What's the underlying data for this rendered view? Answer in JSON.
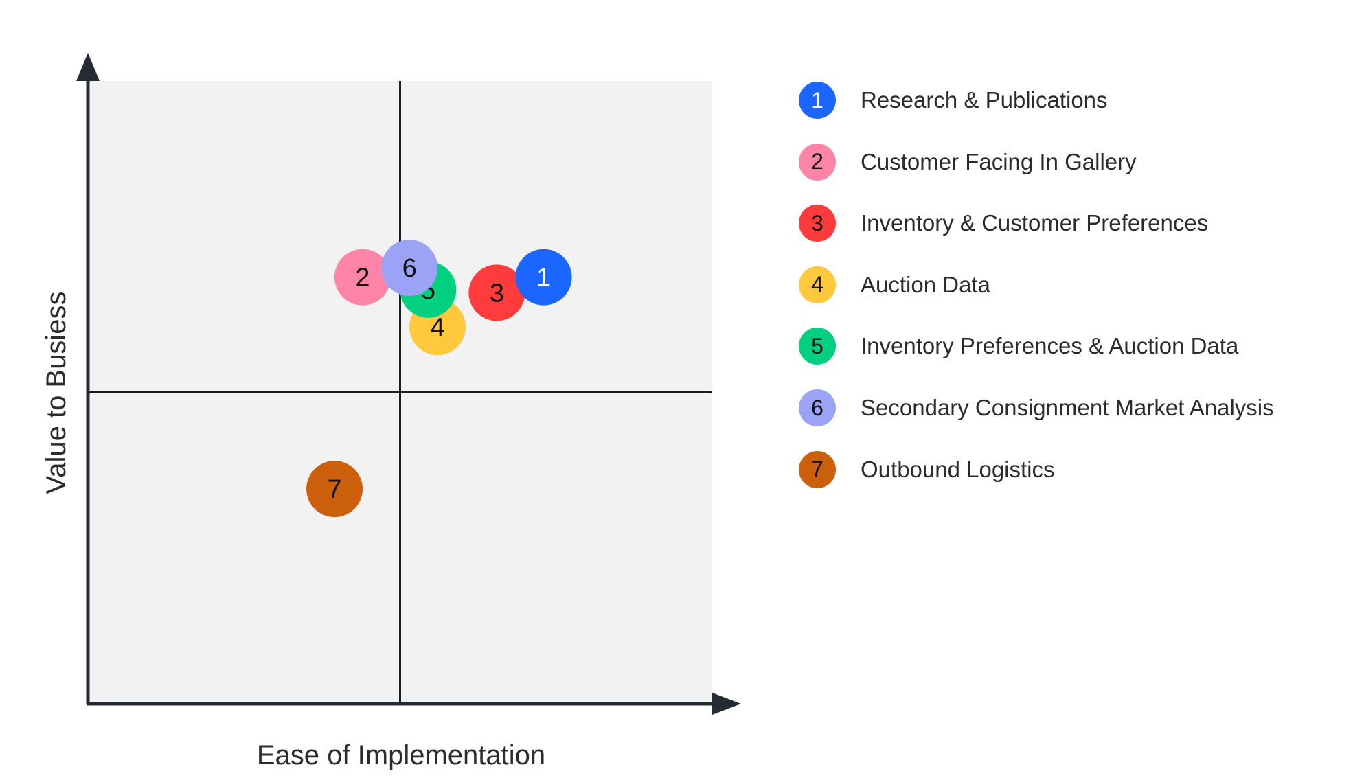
{
  "chart_data": {
    "type": "scatter",
    "title": "",
    "xlabel": "Ease of Implementation",
    "ylabel": "Value to Busiess",
    "xlim": [
      0,
      10
    ],
    "ylim": [
      0,
      10
    ],
    "grid": false,
    "quadrant_dividers": {
      "x": 5,
      "y": 5
    },
    "legend_position": "right",
    "points": [
      {
        "id": "1",
        "name": "Research & Publications",
        "x": 7.3,
        "y": 6.85,
        "color": "#1a66ff",
        "text_color": "#ffffff"
      },
      {
        "id": "2",
        "name": "Customer Facing In Gallery",
        "x": 4.4,
        "y": 6.85,
        "color": "#ff85a8",
        "text_color": "#111111"
      },
      {
        "id": "3",
        "name": "Inventory & Customer Preferences",
        "x": 6.55,
        "y": 6.6,
        "color": "#ff3b3b",
        "text_color": "#111111"
      },
      {
        "id": "4",
        "name": "Auction Data",
        "x": 5.6,
        "y": 6.05,
        "color": "#ffc83d",
        "text_color": "#111111"
      },
      {
        "id": "5",
        "name": "Inventory Preferences & Auction Data",
        "x": 5.45,
        "y": 6.65,
        "color": "#00d07f",
        "text_color": "#111111"
      },
      {
        "id": "6",
        "name": "Secondary Consignment Market Analysis",
        "x": 5.15,
        "y": 7.0,
        "color": "#9aa3f5",
        "text_color": "#111111"
      },
      {
        "id": "7",
        "name": "Outbound Logistics",
        "x": 3.95,
        "y": 3.45,
        "color": "#cc5f0b",
        "text_color": "#111111"
      }
    ],
    "legend_label_order": [
      "1",
      "2",
      "3",
      "4",
      "5",
      "6",
      "7"
    ],
    "draw_order": [
      "7",
      "4",
      "5",
      "3",
      "1",
      "2",
      "6"
    ]
  }
}
